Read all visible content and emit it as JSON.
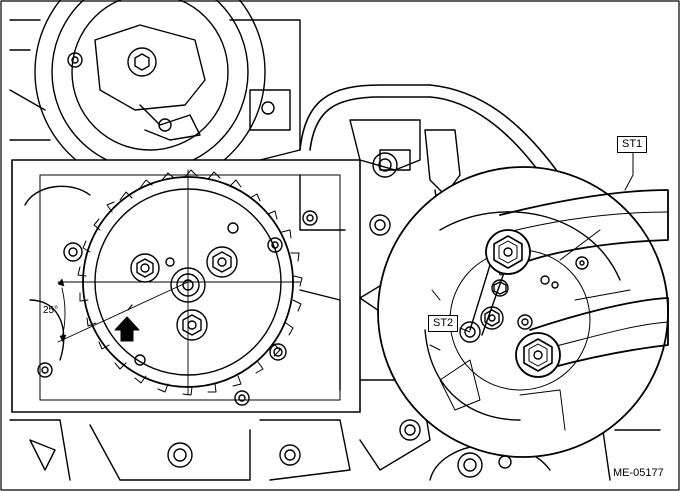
{
  "labels": {
    "st1": "ST1",
    "st2": "ST2",
    "angle": "25°",
    "figure_id": "ME-05177"
  }
}
